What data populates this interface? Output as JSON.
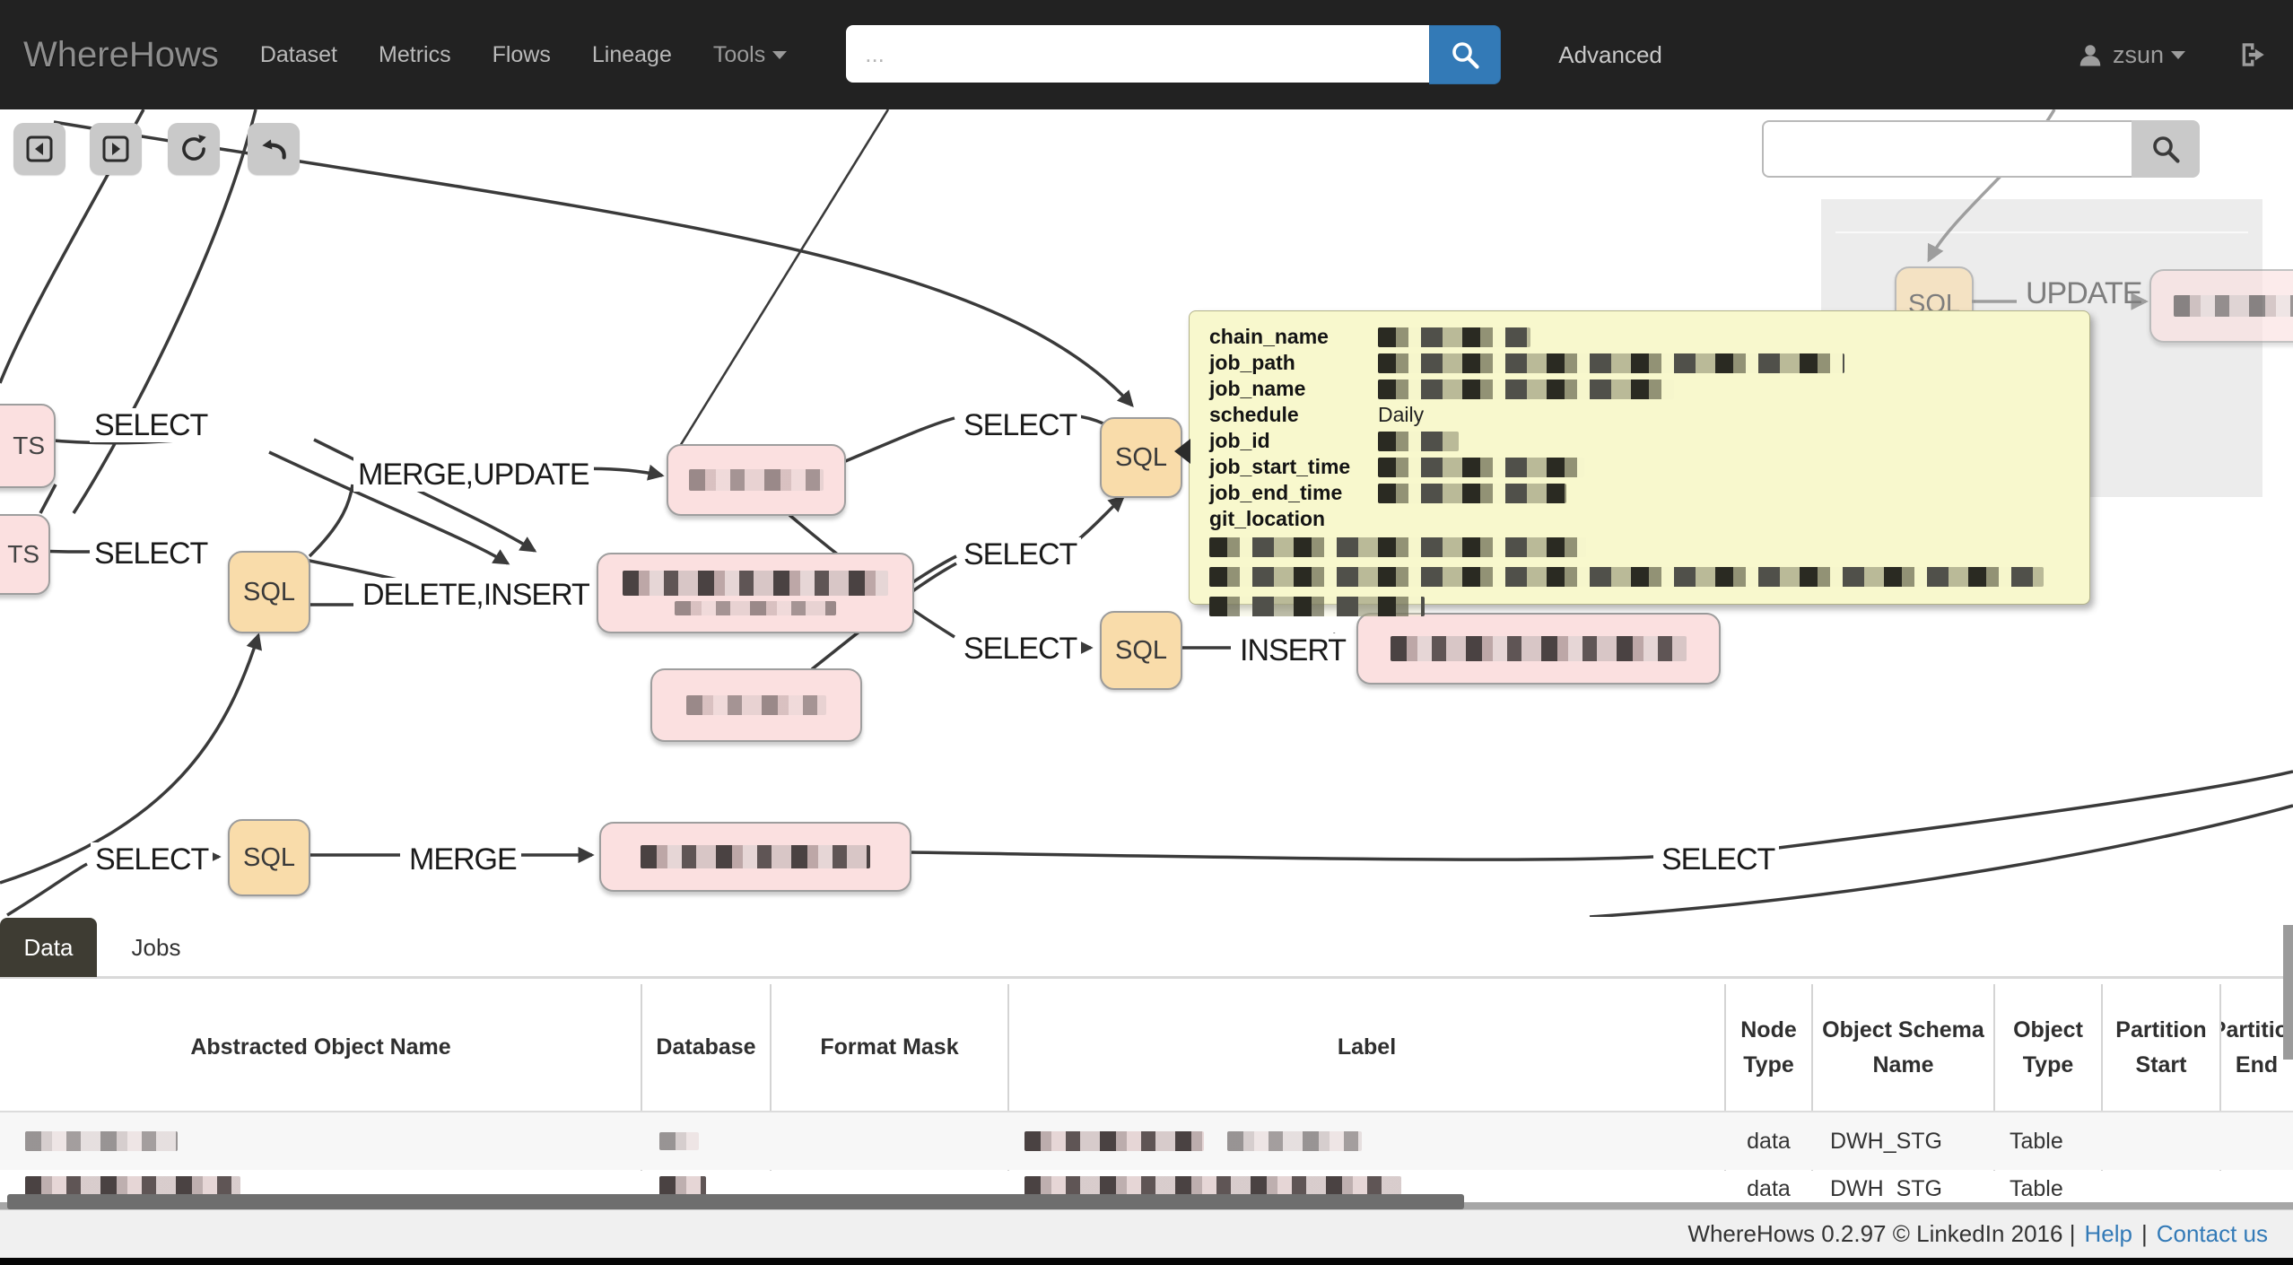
{
  "navbar": {
    "brand": "WhereHows",
    "items": [
      "Dataset",
      "Metrics",
      "Flows",
      "Lineage"
    ],
    "tools": "Tools",
    "search_placeholder": "...",
    "advanced": "Advanced",
    "user": "zsun"
  },
  "graph": {
    "sql": "SQL",
    "ts1": "TS",
    "ts2": "TS",
    "edge_labels": {
      "e1": "SELECT",
      "e2": "SELECT",
      "e3": "MERGE,UPDATE",
      "e4": "DELETE,INSERT",
      "e5": "SELECT",
      "e6": "SELECT",
      "e7": "SELECT",
      "e8": "INSERT",
      "e9": "SELECT",
      "e10": "MERGE",
      "e11": "SELECT",
      "e12": "UPDATE"
    },
    "tooltip": {
      "fields": [
        "chain_name",
        "job_path",
        "job_name",
        "schedule",
        "job_id",
        "job_start_time",
        "job_end_time",
        "git_location"
      ],
      "schedule_value": "Daily"
    }
  },
  "tabs": {
    "data": "Data",
    "jobs": "Jobs"
  },
  "table": {
    "columns": [
      "Abstracted Object Name",
      "Database",
      "Format Mask",
      "Label",
      "Node Type",
      "Object Schema Name",
      "Object Type",
      "Partition Start",
      "Partition End"
    ],
    "rows": [
      {
        "node_type": "data",
        "object_schema_name": "DWH_STG",
        "object_type": "Table"
      },
      {
        "node_type": "data",
        "object_schema_name": "DWH_STG",
        "object_type": "Table"
      }
    ]
  },
  "footer": {
    "version": "WhereHows 0.2.97 © LinkedIn 2016",
    "sep": "|",
    "help": "Help",
    "contact": "Contact us"
  }
}
